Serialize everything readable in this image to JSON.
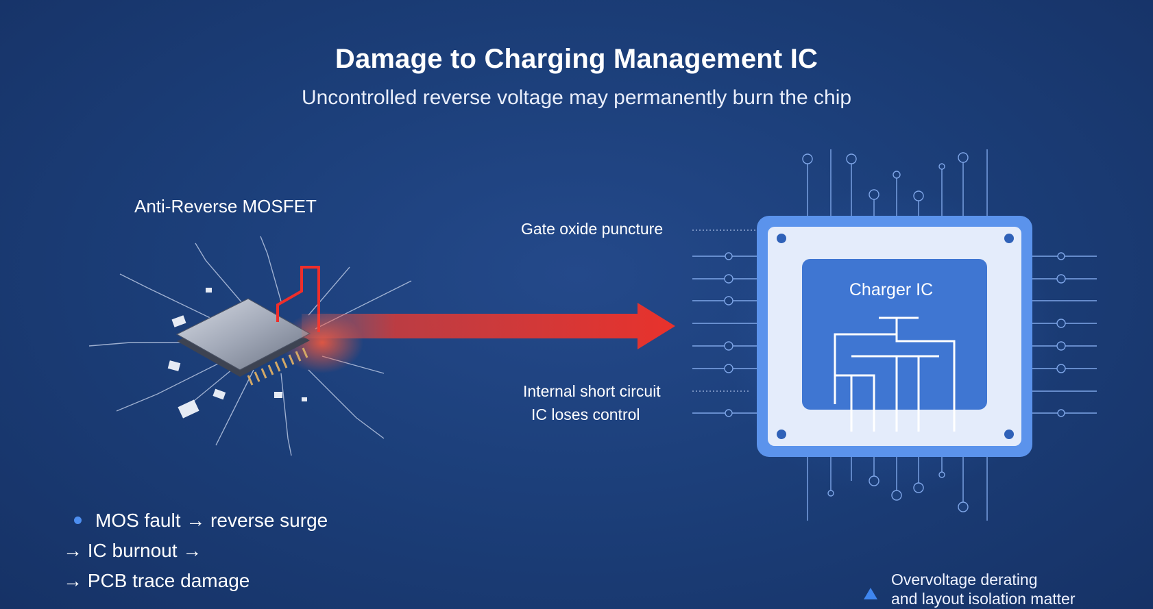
{
  "title": "Damage to Charging Management IC",
  "subtitle": "Uncontrolled reverse voltage may permanently burn the chip",
  "mosfet": {
    "label": "Anti-Reverse MOSFET"
  },
  "annotations": {
    "gate": "Gate oxide puncture",
    "short": "Internal short circuit",
    "lose": "IC loses control"
  },
  "chip": {
    "label": "Charger IC"
  },
  "chain": {
    "line1": "MOS fault → reverse surge",
    "line2": "→ IC burnout →",
    "line3": "→ PCB trace damage"
  },
  "note": {
    "line1": "Overvoltage derating",
    "line2": "and layout isolation matter"
  },
  "colors": {
    "background": "#1c3f7a",
    "arrow": "#e8322c",
    "chip_border": "#5b93ec",
    "chip_face": "#e4ecfb",
    "die": "#3f76d2",
    "accent": "#4d8ef0"
  }
}
